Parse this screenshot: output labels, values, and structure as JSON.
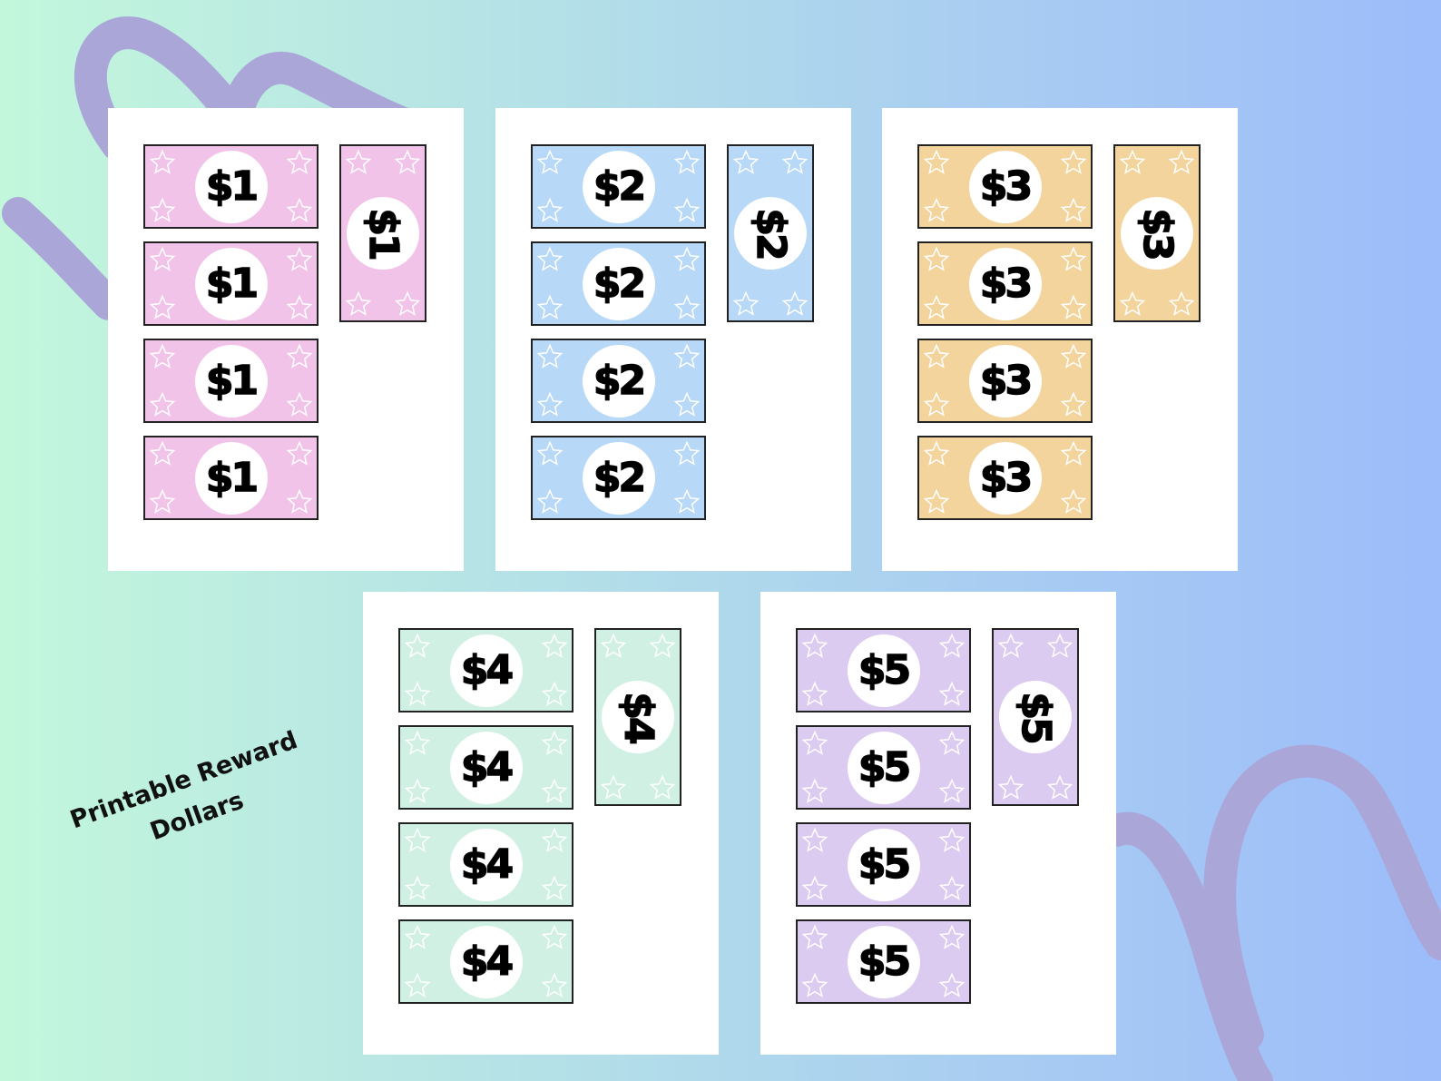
{
  "caption": {
    "line1": "Printable Reward",
    "line2": "Dollars"
  },
  "sheets": [
    {
      "amount": "$1",
      "color": "#f2c3e8"
    },
    {
      "amount": "$2",
      "color": "#b7d8f7"
    },
    {
      "amount": "$3",
      "color": "#f3d49d"
    },
    {
      "amount": "$4",
      "color": "#d0f0e3"
    },
    {
      "amount": "$5",
      "color": "#dccbf0"
    }
  ],
  "colors": {
    "squiggle": "#aba6d8",
    "bill_border": "#222222",
    "star_outline": "#ffffff"
  },
  "icons": {
    "bill_corner": "star-icon"
  }
}
